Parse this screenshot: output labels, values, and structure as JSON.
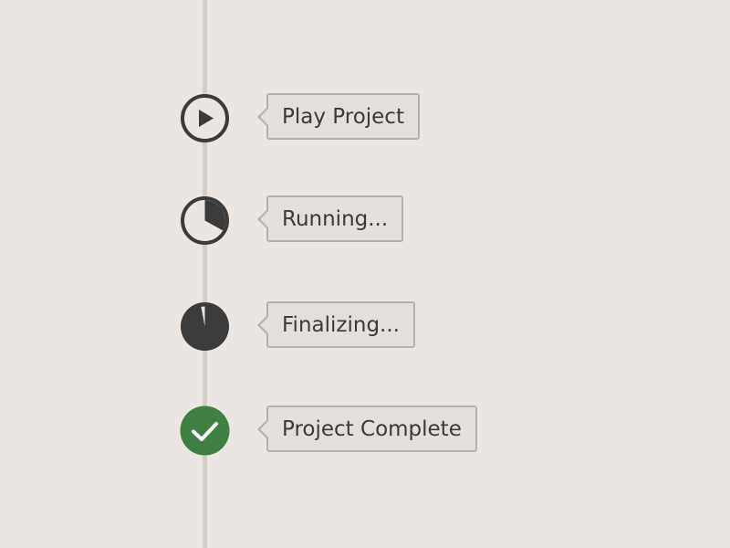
{
  "colors": {
    "background": "#ebe6e1",
    "timeline": "#d3cdc8",
    "icon_dark": "#3b3b3b",
    "complete_green": "#3d8041",
    "callout_fill": "#e3dfdb",
    "callout_border": "#b5b0ab",
    "text": "#3a3a3a"
  },
  "steps": [
    {
      "label": "Play Project",
      "icon": "play-icon",
      "state": "ready"
    },
    {
      "label": "Running...",
      "icon": "progress-pie-icon",
      "state": "running",
      "progress": 0.33
    },
    {
      "label": "Finalizing...",
      "icon": "progress-pie-icon",
      "state": "finalizing",
      "progress": 0.97
    },
    {
      "label": "Project Complete",
      "icon": "checkmark-icon",
      "state": "complete"
    }
  ]
}
